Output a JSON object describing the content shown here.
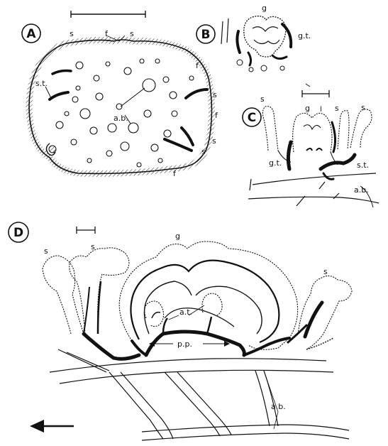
{
  "panels": {
    "A": {
      "letter": "A",
      "labels": {
        "s_left": "s",
        "f_top": "f",
        "s_top_right": "s",
        "st": "s.t.",
        "ab": "a.b.",
        "f_right_1": "f",
        "s_right_1": "s",
        "f_right_2": "f",
        "s_right_2": "s",
        "s_right_3": "s",
        "f_bottom": "f"
      }
    },
    "B": {
      "letter": "B",
      "labels": {
        "g": "g",
        "gt": "g.t."
      }
    },
    "C": {
      "letter": "C",
      "labels": {
        "s1": "s",
        "g": "g",
        "l": "l",
        "s2": "s",
        "s3": "s",
        "gt": "g.t.",
        "st": "s.t.",
        "ab": "a.b."
      }
    },
    "D": {
      "letter": "D",
      "labels": {
        "s1": "s",
        "s2": "s",
        "g": "g",
        "s3": "s",
        "at": "a.t.",
        "pp": "p.p.",
        "ab": "a.b."
      }
    }
  },
  "colors": {
    "ink": "#111111",
    "background": "#ffffff"
  }
}
